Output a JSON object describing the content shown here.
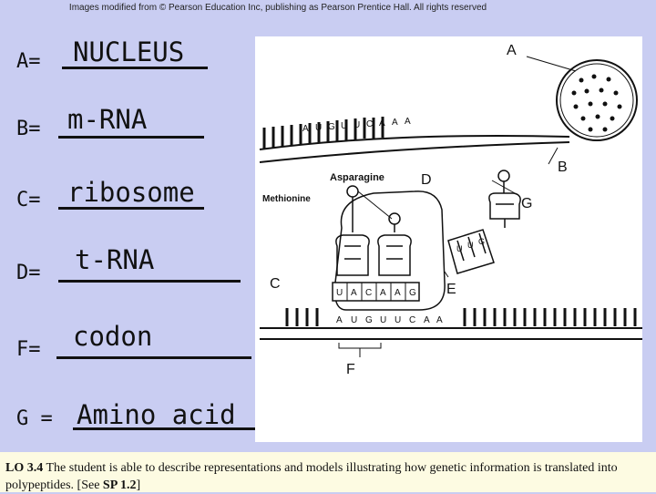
{
  "credit": "Images modified from © Pearson Education Inc, publishing as Pearson Prentice Hall. All rights reserved",
  "questions": [
    {
      "label": "A=",
      "answer": "NUCLEUS"
    },
    {
      "label": "B=",
      "answer": "m-RNA"
    },
    {
      "label": "C=",
      "answer": "ribosome"
    },
    {
      "label": "D=",
      "answer": "t-RNA"
    },
    {
      "label": "F=",
      "answer": "codon"
    },
    {
      "label": "G =",
      "answer": "Amino acid"
    }
  ],
  "figure": {
    "labels": {
      "A": "A",
      "B": "B",
      "C": "C",
      "D": "D",
      "E": "E",
      "F": "F",
      "G": "G"
    },
    "asparagine": "Asparagine",
    "methionine": "Methionine",
    "top_strand_bases": [
      "A",
      "U",
      "G",
      "U",
      "U",
      "C",
      "A",
      "A",
      "A"
    ],
    "anticodon_bases": [
      "U",
      "A",
      "C",
      "A",
      "A",
      "G"
    ],
    "lower_strand_bases": [
      "A",
      "U",
      "G",
      "U",
      "U",
      "C",
      "A",
      "A"
    ],
    "trna_d_bases": [
      "U",
      "U",
      "G"
    ]
  },
  "lo": {
    "code": "LO 3.4",
    "text": " The student is able to describe representations and models illustrating how genetic information is translated into polypeptides. [See ",
    "sp": "SP 1.2",
    "end": "]"
  }
}
